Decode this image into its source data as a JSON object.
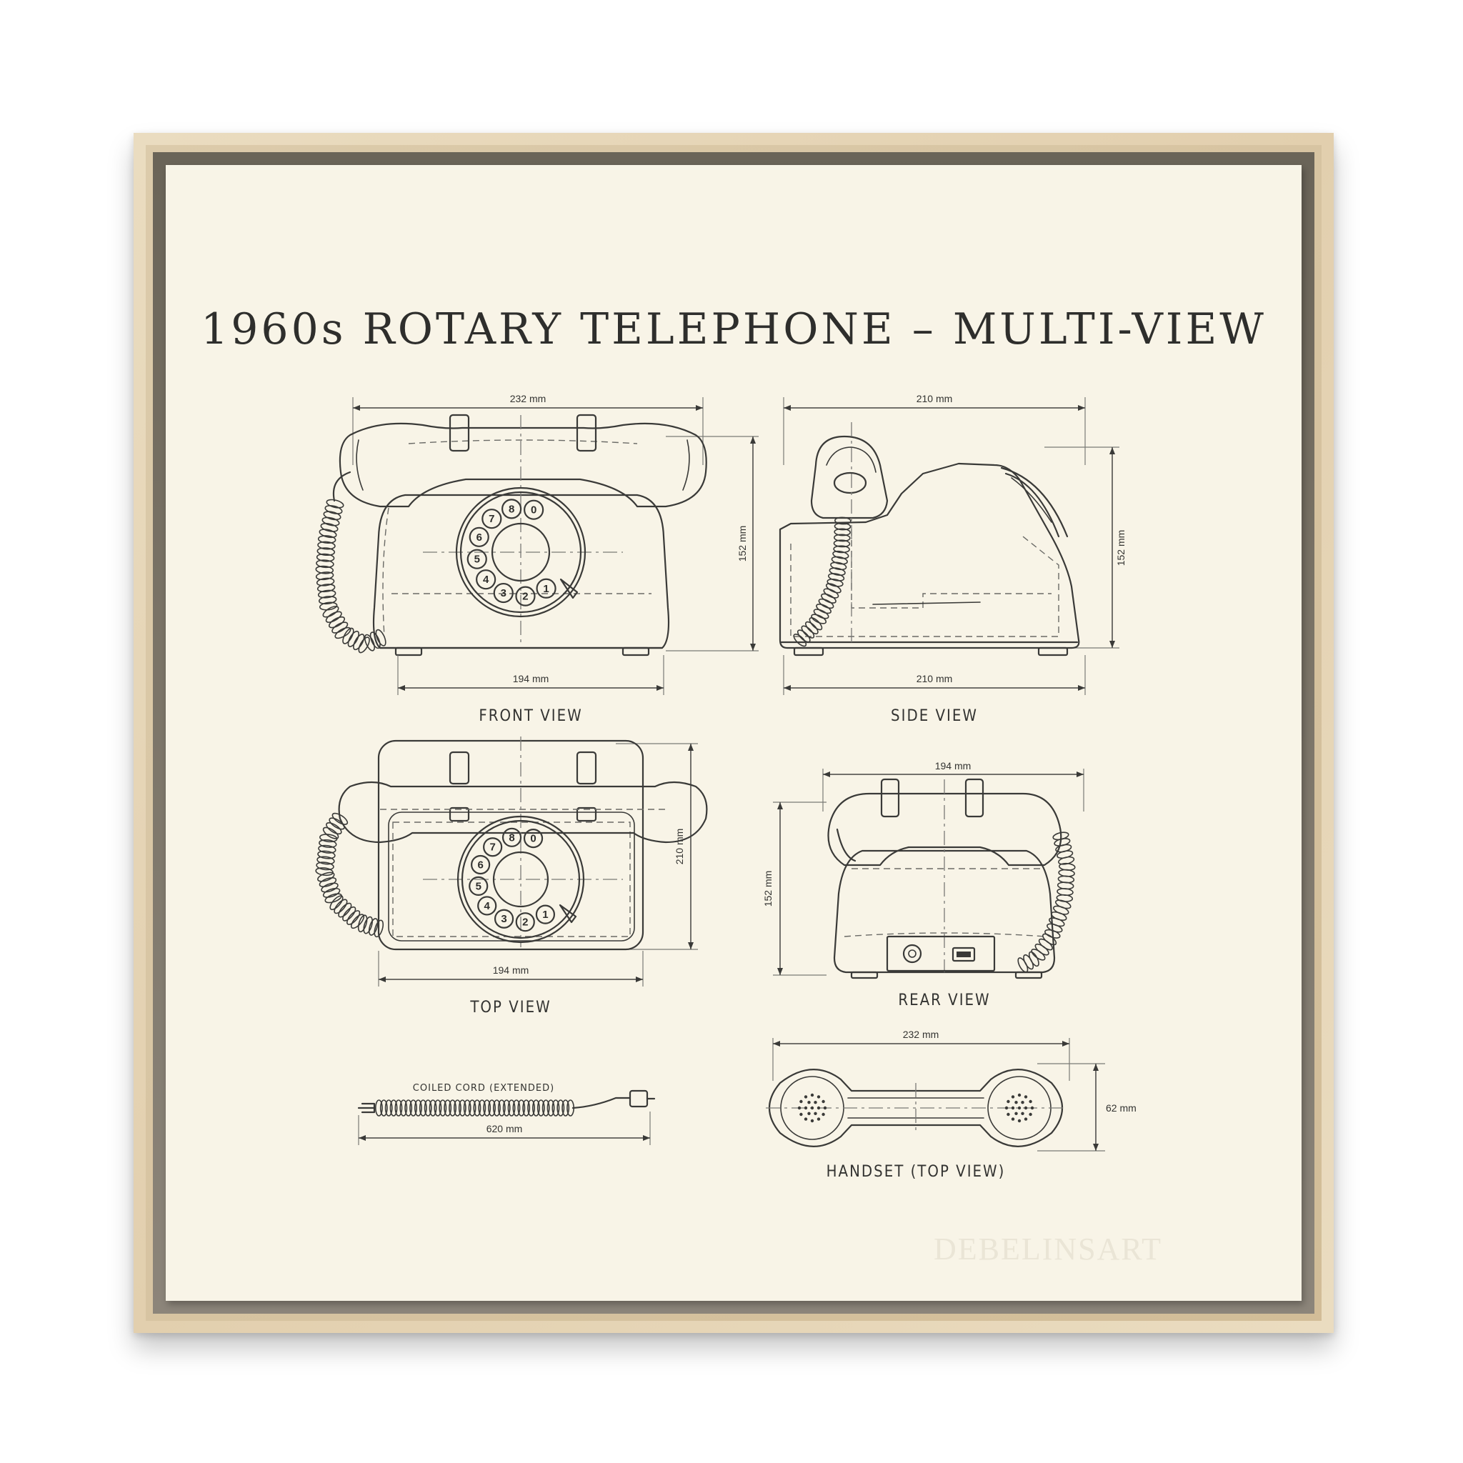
{
  "title": "1960s ROTARY TELEPHONE – MULTI-VIEW",
  "views": {
    "front": {
      "label": "FRONT VIEW",
      "dim_top": "232 mm",
      "dim_bottom": "194 mm",
      "dim_height": "152 mm"
    },
    "side": {
      "label": "SIDE VIEW",
      "dim_top": "210 mm",
      "dim_bottom": "210 mm",
      "dim_height": "152 mm"
    },
    "top": {
      "label": "TOP VIEW",
      "dim_bottom": "194 mm",
      "dim_height": "210 mm"
    },
    "rear": {
      "label": "REAR VIEW",
      "dim_top": "194 mm",
      "dim_height": "152 mm"
    },
    "cord": {
      "label": "COILED CORD (EXTENDED)",
      "dim_bottom": "620 mm"
    },
    "handset": {
      "label": "HANDSET (TOP VIEW)",
      "dim_top": "232 mm",
      "dim_height": "62 mm"
    }
  },
  "dial_digits": [
    "1",
    "2",
    "3",
    "4",
    "5",
    "6",
    "7",
    "8",
    "0"
  ],
  "watermark": "DEBELINSART",
  "colors": {
    "paper": "#f8f4e7",
    "ink": "#3a3a38",
    "frame_wood": "#e2cfae"
  }
}
